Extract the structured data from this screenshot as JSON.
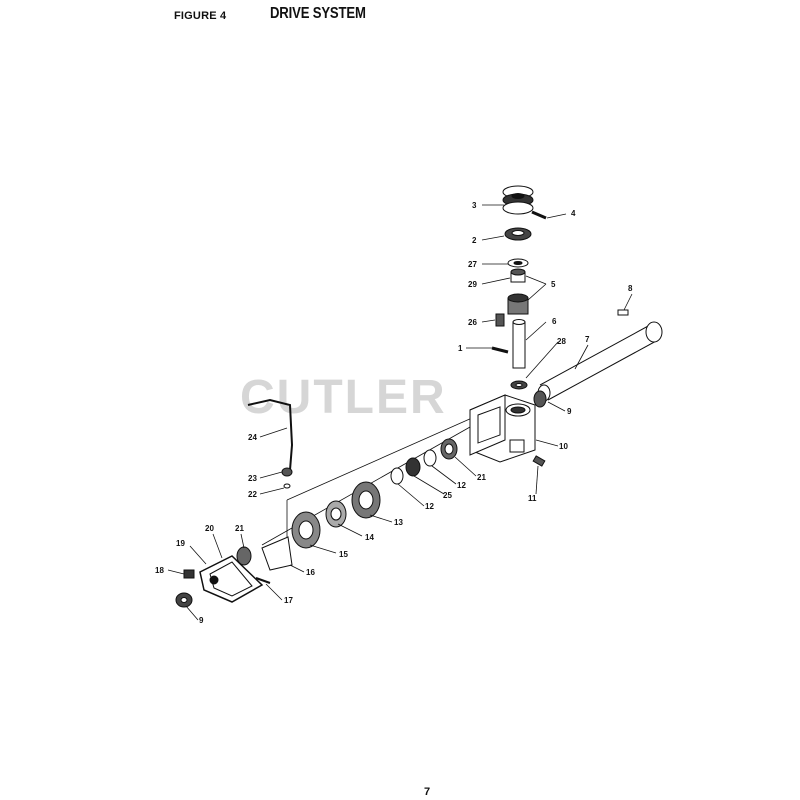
{
  "header": {
    "figure": "FIGURE 4",
    "title": "DRIVE SYSTEM"
  },
  "watermark": "CUTLER",
  "page_number": "7",
  "callouts": [
    {
      "id": "c3",
      "text": "3"
    },
    {
      "id": "c4",
      "text": "4"
    },
    {
      "id": "c2",
      "text": "2"
    },
    {
      "id": "c27",
      "text": "27"
    },
    {
      "id": "c29",
      "text": "29"
    },
    {
      "id": "c5",
      "text": "5"
    },
    {
      "id": "c26",
      "text": "26"
    },
    {
      "id": "c6",
      "text": "6"
    },
    {
      "id": "c1",
      "text": "1"
    },
    {
      "id": "c28",
      "text": "28"
    },
    {
      "id": "c8",
      "text": "8"
    },
    {
      "id": "c7",
      "text": "7"
    },
    {
      "id": "c9a",
      "text": "9"
    },
    {
      "id": "c10",
      "text": "10"
    },
    {
      "id": "c11",
      "text": "11"
    },
    {
      "id": "c24",
      "text": "24"
    },
    {
      "id": "c23",
      "text": "23"
    },
    {
      "id": "c22",
      "text": "22"
    },
    {
      "id": "c21a",
      "text": "21"
    },
    {
      "id": "c12a",
      "text": "12"
    },
    {
      "id": "c25",
      "text": "25"
    },
    {
      "id": "c12b",
      "text": "12"
    },
    {
      "id": "c13",
      "text": "13"
    },
    {
      "id": "c14",
      "text": "14"
    },
    {
      "id": "c15",
      "text": "15"
    },
    {
      "id": "c16",
      "text": "16"
    },
    {
      "id": "c17",
      "text": "17"
    },
    {
      "id": "c20",
      "text": "20"
    },
    {
      "id": "c21b",
      "text": "21"
    },
    {
      "id": "c19",
      "text": "19"
    },
    {
      "id": "c18",
      "text": "18"
    },
    {
      "id": "c9b",
      "text": "9"
    }
  ]
}
